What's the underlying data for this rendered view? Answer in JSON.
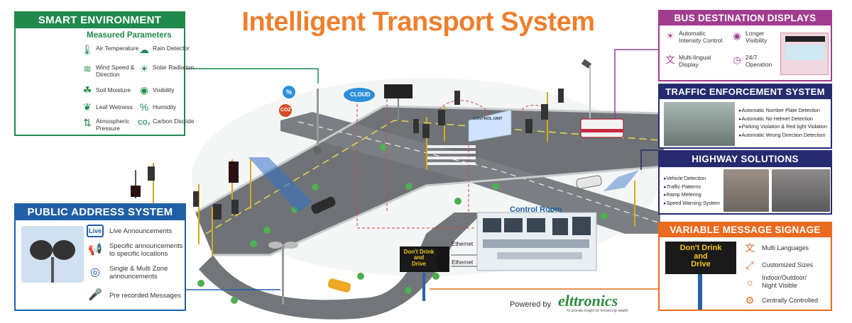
{
  "title": "Intelligent Transport System",
  "smart_environment": {
    "heading": "SMART ENVIRONMENT",
    "subheading": "Measured Parameters",
    "params": [
      {
        "label": "Air Temperature",
        "icon": "thermometer-icon"
      },
      {
        "label": "Rain Detector",
        "icon": "rain-cloud-icon"
      },
      {
        "label": "Wind Speed & Direction",
        "icon": "wind-icon"
      },
      {
        "label": "Solar Radiation",
        "icon": "sun-icon"
      },
      {
        "label": "Soil Moisture",
        "icon": "soil-icon"
      },
      {
        "label": "Visibility",
        "icon": "eye-icon"
      },
      {
        "label": "Leaf Wetness",
        "icon": "leaf-icon"
      },
      {
        "label": "Humidity",
        "icon": "humidity-icon"
      },
      {
        "label": "Atmospheric Pressure",
        "icon": "pressure-icon"
      },
      {
        "label": "Carbon Dioxide",
        "icon": "co2-icon"
      }
    ]
  },
  "public_address": {
    "heading": "PUBLIC ADDRESS SYSTEM",
    "items": [
      {
        "label": "Live Announcements",
        "icon": "live-tv-icon"
      },
      {
        "label": "Specific announcements to specific locations",
        "icon": "announcer-icon"
      },
      {
        "label": "Single & Multi Zone announcements",
        "icon": "zone-icon"
      },
      {
        "label": "Pre recorded Messages",
        "icon": "microphone-icon"
      }
    ]
  },
  "bus_displays": {
    "heading": "BUS DESTINATION DISPLAYS",
    "items": [
      {
        "label": "Automatic Intensity Control",
        "icon": "brightness-icon"
      },
      {
        "label": "Longer Visibility",
        "icon": "eye-icon"
      },
      {
        "label": "Multi-lingual Display",
        "icon": "language-icon"
      },
      {
        "label": "24/7 Operation",
        "icon": "clock-24-icon"
      }
    ]
  },
  "traffic_enforcement": {
    "heading": "TRAFFIC ENFORCEMENT SYSTEM",
    "features": [
      "Automatic Number Plate Detection",
      "Automatic No Helmet Detection",
      "Parking Violation & Red light Violation",
      "Automatic Wrong Direction Detection"
    ]
  },
  "highway": {
    "heading": "HIGHWAY SOLUTIONS",
    "features": [
      "Vehicle Detection",
      "Traffic Patterns",
      "Ramp Metering",
      "Speed Warning System"
    ]
  },
  "vms": {
    "heading": "VARIABLE MESSAGE SIGNAGE",
    "sign_lines": [
      "Don't Drink",
      "and",
      "Drive"
    ],
    "items": [
      {
        "label": "Multi Languages",
        "icon": "language-icon"
      },
      {
        "label": "Customized Sizes",
        "icon": "resize-icon"
      },
      {
        "label": "Indoor/Outdoor/ Night Visible",
        "icon": "day-night-icon"
      },
      {
        "label": "Centrally Controlled",
        "icon": "control-icon"
      }
    ]
  },
  "scene": {
    "cloud_label": "CLOUD",
    "control_unit_label": "CONTROL UNIT",
    "control_room_label": "Control Room",
    "ethernet_1": "Ethernet",
    "ethernet_2": "Ethernet",
    "road_sign_lines": [
      "Don't Drink",
      "and",
      "Drive"
    ],
    "co2_badge": "CO2"
  },
  "footer": {
    "powered_by": "Powered by",
    "brand": "elttronics",
    "tagline": "To provide insight for enhancing wealth"
  },
  "colors": {
    "title_orange": "#ee7f2d",
    "env_green": "#1f8a4c",
    "pa_blue": "#1f5fa7",
    "bus_purple": "#a13c8f",
    "navy": "#262b70",
    "vms_orange": "#ea6a1f"
  }
}
